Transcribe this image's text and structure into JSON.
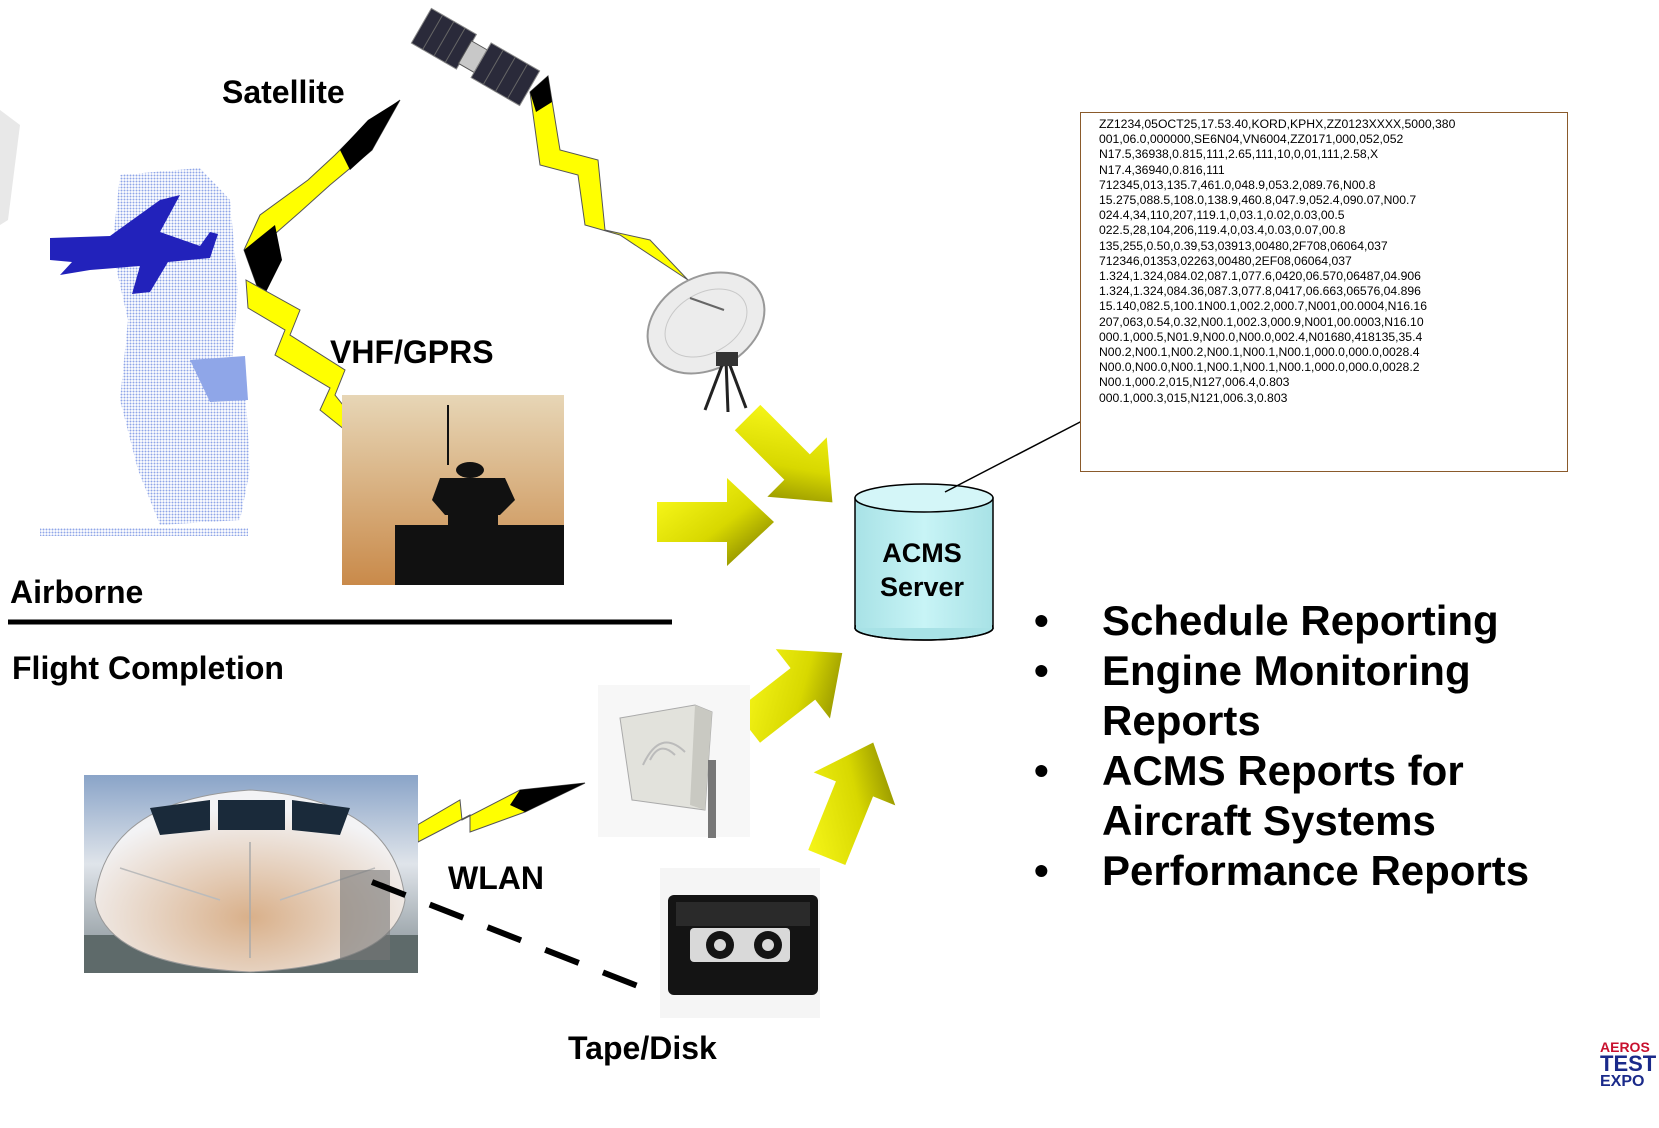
{
  "labels": {
    "satellite": "Satellite",
    "vhf_gprs": "VHF/GPRS",
    "airborne": "Airborne",
    "flight_completion": "Flight Completion",
    "wlan": "WLAN",
    "tape_disk": "Tape/Disk"
  },
  "server": {
    "line1": "ACMS",
    "line2": "Server"
  },
  "data_lines": [
    "ZZ1234,05OCT25,17.53.40,KORD,KPHX,ZZ0123XXXX,5000,380",
    "001,06.0,000000,SE6N04,VN6004,ZZ0171,000,052,052",
    "N17.5,36938,0.815,111,2.65,111,10,0,01,111,2.58,X",
    "N17.4,36940,0.816,111",
    "712345,013,135.7,461.0,048.9,053.2,089.76,N00.8",
    "15.275,088.5,108.0,138.9,460.8,047.9,052.4,090.07,N00.7",
    "024.4,34,110,207,119.1,0,03.1,0.02,0.03,00.5",
    "022.5,28,104,206,119.4,0,03.4,0.03,0.07,00.8",
    "135,255,0.50,0.39,53,03913,00480,2F708,06064,037",
    "712346,01353,02263,00480,2EF08,06064,037",
    "1.324,1.324,084.02,087.1,077.6,0420,06.570,06487,04.906",
    "1.324,1.324,084.36,087.3,077.8,0417,06.663,06576,04.896",
    "15.140,082.5,100.1N00.1,002.2,000.7,N001,00.0004,N16.16",
    "207,063,0.54,0.32,N00.1,002.3,000.9,N001,00.0003,N16.10",
    "000.1,000.5,N01.9,N00.0,N00.0,002.4,N01680,418135,35.4",
    "N00.2,N00.1,N00.2,N00.1,N00.1,N00.1,000.0,000.0,0028.4",
    "N00.0,N00.0,N00.1,N00.1,N00.1,N00.1,000.0,000.0,0028.2",
    "N00.1,000.2,015,N127,006.4,0.803",
    "000.1,000.3,015,N121,006.3,0.803"
  ],
  "bullets": [
    {
      "line1": "Schedule Reporting",
      "line2": ""
    },
    {
      "line1": "Engine Monitoring",
      "line2": "Reports"
    },
    {
      "line1": "ACMS Reports for",
      "line2": "Aircraft Systems"
    },
    {
      "line1": "Performance Reports",
      "line2": ""
    }
  ],
  "logo": {
    "line1": "AEROS",
    "line2": "TEST",
    "line3": "EXPO"
  },
  "colors": {
    "bolt_yellow": "#ffff00",
    "bolt_black": "#000000",
    "arrow_yellow": "#f4f400",
    "arrow_olive": "#7a7a00",
    "server_fill": "#bfeef0",
    "cloud_blue": "#8fa6e8",
    "plane_blue": "#2222bb",
    "data_border": "#8a5a2b"
  },
  "icons": [
    "satellite-icon",
    "airplane-icon",
    "cloud-icon",
    "control-tower-icon",
    "satellite-dish-icon",
    "database-server-icon",
    "wlan-antenna-icon",
    "tape-cassette-icon",
    "aircraft-nose-icon"
  ]
}
